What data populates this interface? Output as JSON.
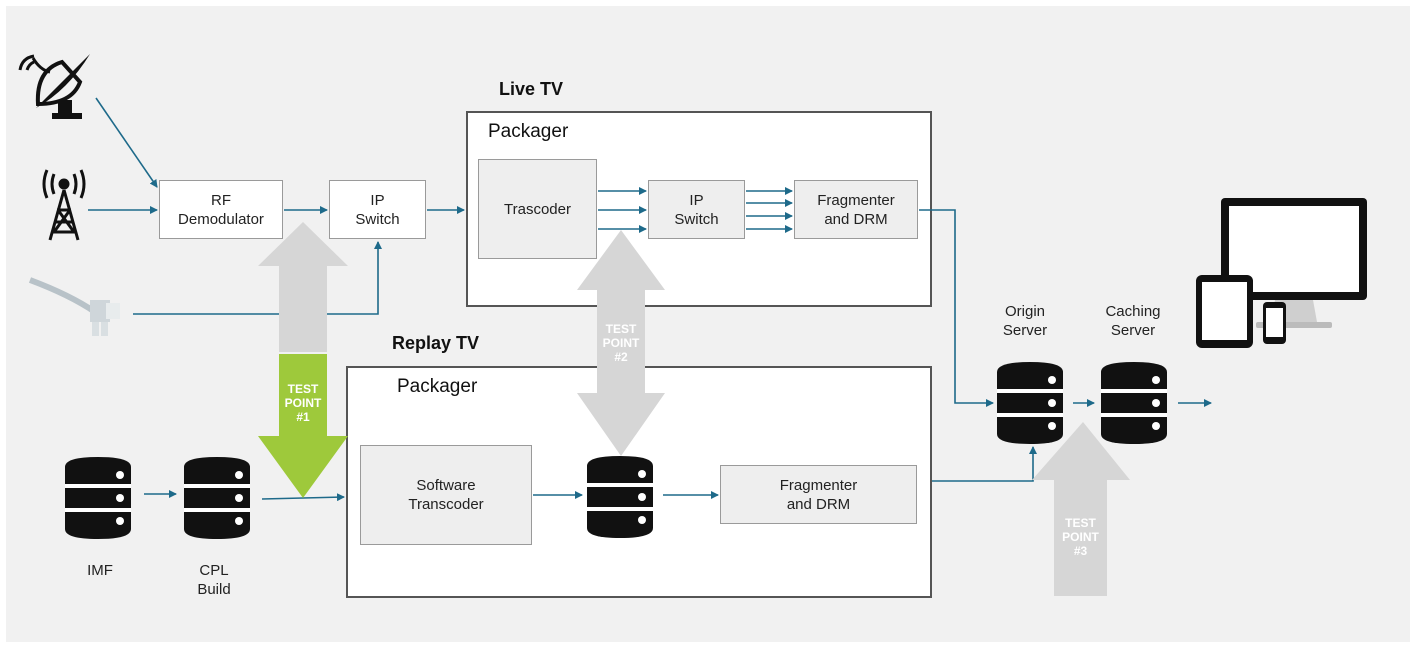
{
  "sections": {
    "live": "Live TV",
    "replay": "Replay TV"
  },
  "packager_label": "Packager",
  "sources": [
    {
      "name": "satellite-dish-icon"
    },
    {
      "name": "broadcast-tower-icon"
    },
    {
      "name": "fiber-cable-icon"
    }
  ],
  "boxes": {
    "rf_demod": "RF\nDemodulator",
    "ip_switch_in": "IP\nSwitch",
    "trascoder": "Trascoder",
    "ip_switch_live": "IP\nSwitch",
    "fragmenter_live": "Fragmenter\nand DRM",
    "software_transcoder": "Software\nTranscoder",
    "fragmenter_replay": "Fragmenter\nand DRM"
  },
  "storage": {
    "imf": "IMF",
    "cpl": "CPL\nBuild",
    "origin": "Origin\nServer",
    "caching": "Caching\nServer"
  },
  "test_points": [
    {
      "label": "TEST\nPOINT\n#1",
      "color": "#9ec93b"
    },
    {
      "label": "TEST\nPOINT\n#2",
      "color": "#d6d6d6"
    },
    {
      "label": "TEST\nPOINT\n#3",
      "color": "#d6d6d6"
    }
  ],
  "devices": [
    "monitor-icon",
    "tablet-icon",
    "phone-icon"
  ],
  "colors": {
    "connector": "#1e6a8a",
    "storage": "#111111",
    "accent": "#9ec93b"
  }
}
